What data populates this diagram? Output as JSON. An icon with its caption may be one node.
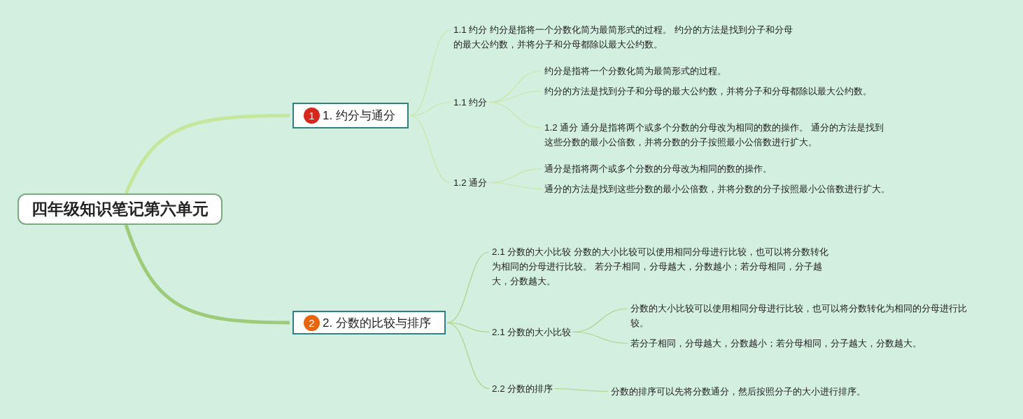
{
  "diagram": {
    "nodes": [
      {
        "text": [
          "四年级知识笔记第六单元"
        ]
      },
      {
        "text": [
          "1",
          "1. 约分与通分"
        ]
      },
      {
        "text": [
          "1.1 约分 约分是指将一个分数化简为最简形式的过程。 约分的方法是找到分子和分母的最大公约数，并将分子和分母都除以最大公约数。"
        ]
      },
      {
        "text": [
          "1.1 约分"
        ]
      },
      {
        "text": [
          "约分是指将一个分数化简为最简形式的过程。"
        ]
      },
      {
        "text": [
          "约分的方法是找到分子和分母的最大公约数，并将分子和分母都除以最大公约数。"
        ]
      },
      {
        "text": [
          "1.2 通分 通分是指将两个或多个分数的分母改为相同的数的操作。 通分的方法是找到这些分数的最小公倍数，并将分数的分子按照最小公倍数进行扩大。"
        ]
      },
      {
        "text": [
          "1.2 通分"
        ]
      },
      {
        "text": [
          "通分是指将两个或多个分数的分母改为相同的数的操作。"
        ]
      },
      {
        "text": [
          "通分的方法是找到这些分数的最小公倍数，并将分数的分子按照最小公倍数进行扩大。"
        ]
      },
      {
        "text": [
          "2",
          "2. 分数的比较与排序"
        ]
      },
      {
        "text": [
          "2.1 分数的大小比较 分数的大小比较可以使用相同分母进行比较，也可以将分数转化为相同的分母进行比较。 若分子相同，分母越大，分数越小；若分母相同，分子越大，分数越大。"
        ]
      },
      {
        "text": [
          "2.1 分数的大小比较"
        ]
      },
      {
        "text": [
          "分数的大小比较可以使用相同分母进行比较，也可以将分数转化为相同的分母进行比较。"
        ]
      },
      {
        "text": [
          "若分子相同，分母越大，分数越小；若分母相同，分子越大，分数越大。"
        ]
      },
      {
        "text": [
          "2.2 分数的排序"
        ]
      },
      {
        "text": [
          "分数的排序可以先将分数通分，然后按照分子的大小进行排序。"
        ]
      }
    ],
    "edges": [
      {
        "from": 0,
        "to": 1,
        "arrow": "none",
        "style": "thick",
        "color": "#c6e69c"
      },
      {
        "from": 0,
        "to": 10,
        "arrow": "none",
        "style": "thick",
        "color": "#9dcb78"
      },
      {
        "from": 1,
        "to": 2,
        "arrow": "none"
      },
      {
        "from": 1,
        "to": 3,
        "arrow": "none"
      },
      {
        "from": 1,
        "to": 7,
        "arrow": "none"
      },
      {
        "from": 3,
        "to": 4,
        "arrow": "none"
      },
      {
        "from": 3,
        "to": 5,
        "arrow": "none"
      },
      {
        "from": 3,
        "to": 6,
        "arrow": "none"
      },
      {
        "from": 7,
        "to": 8,
        "arrow": "none"
      },
      {
        "from": 7,
        "to": 9,
        "arrow": "none"
      },
      {
        "from": 10,
        "to": 11,
        "arrow": "none"
      },
      {
        "from": 10,
        "to": 12,
        "arrow": "none"
      },
      {
        "from": 10,
        "to": 15,
        "arrow": "none"
      },
      {
        "from": 12,
        "to": 13,
        "arrow": "none"
      },
      {
        "from": 12,
        "to": 14,
        "arrow": "none"
      },
      {
        "from": 15,
        "to": 16,
        "arrow": "none"
      }
    ]
  }
}
